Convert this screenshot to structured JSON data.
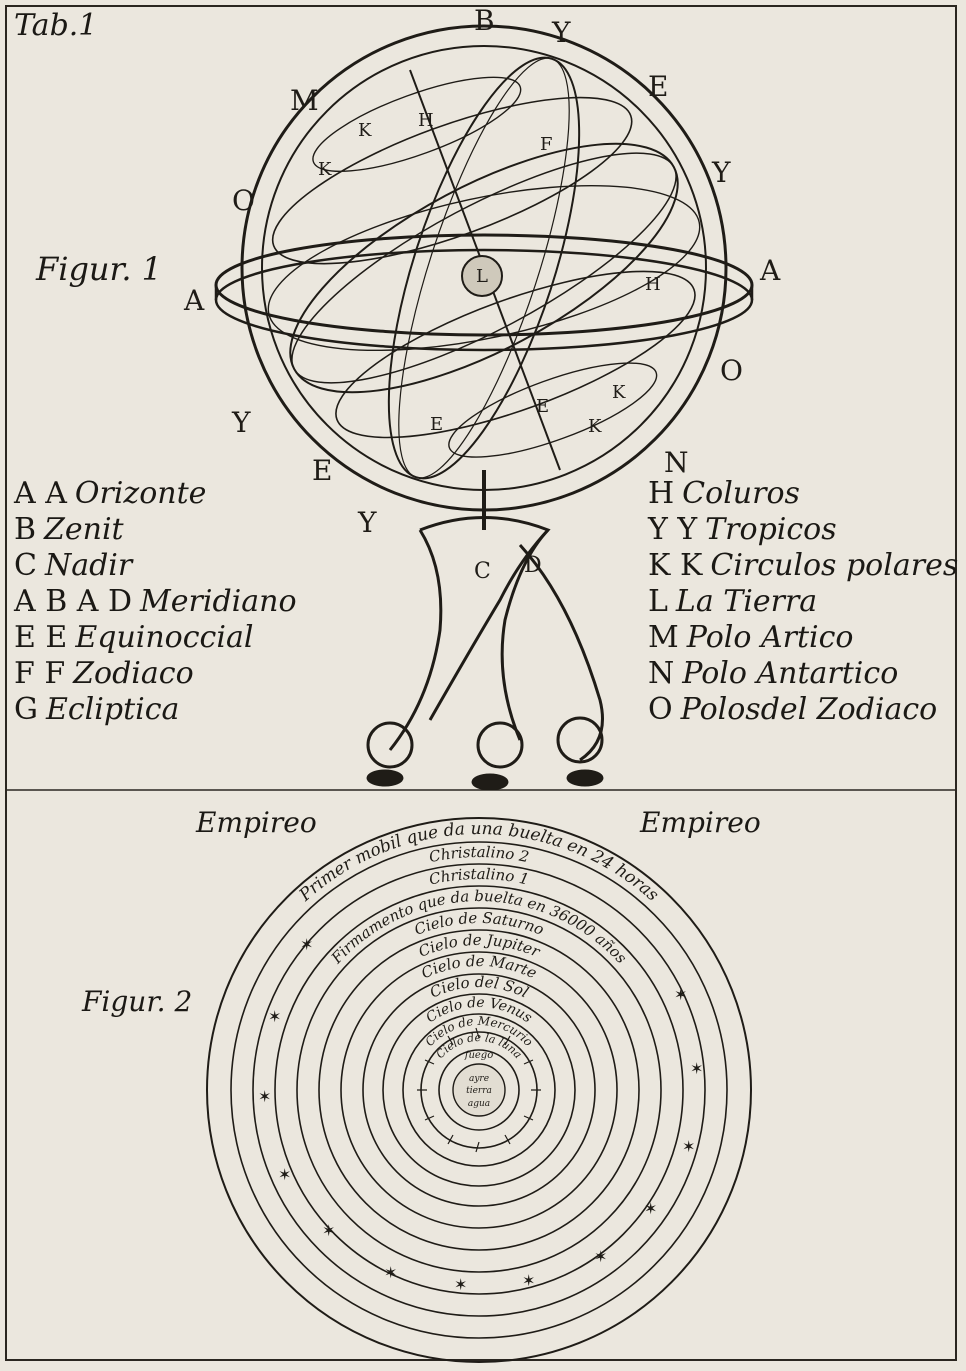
{
  "plate": {
    "tab_label": "Tab.1",
    "figure1_label": "Figur. 1",
    "figure2_label": "Figur. 2"
  },
  "figure1": {
    "ring_letters": [
      "B",
      "Y",
      "E",
      "Y",
      "O",
      "M",
      "A",
      "A",
      "Y",
      "E",
      "Y",
      "O",
      "N",
      "C",
      "D"
    ],
    "sphere_letters": [
      "K",
      "K",
      "H",
      "H",
      "L",
      "F",
      "E",
      "E",
      "K",
      "K"
    ],
    "legend_left": [
      {
        "key": "A A",
        "name": "Orizonte"
      },
      {
        "key": "B",
        "name": "Zenit"
      },
      {
        "key": "C",
        "name": "Nadir"
      },
      {
        "key": "A B A D",
        "name": "Meridiano"
      },
      {
        "key": "E E",
        "name": "Equinoccial"
      },
      {
        "key": "F F",
        "name": "Zodiaco"
      },
      {
        "key": "G",
        "name": "Ecliptica"
      }
    ],
    "legend_right": [
      {
        "key": "H",
        "name": "Coluros"
      },
      {
        "key": "Y Y",
        "name": "Tropicos"
      },
      {
        "key": "K K",
        "name": "Circulos polares"
      },
      {
        "key": "L",
        "name": "La Tierra"
      },
      {
        "key": "M",
        "name": "Polo Artico"
      },
      {
        "key": "N",
        "name": "Polo Antartico"
      },
      {
        "key": "O",
        "name": "Polosdel Zodiaco"
      }
    ]
  },
  "figure2": {
    "empireo_left": "Empireo",
    "empireo_right": "Empireo",
    "spheres": [
      "Primer mobil que da una buelta en 24 horas",
      "Christalino 2",
      "Christalino 1",
      "Firmamento que da buelta en 36000 años",
      "Cielo de Saturno",
      "Cielo de Jupiter",
      "Cielo de Marte",
      "Cielo del Sol",
      "Cielo de Venus",
      "Cielo de Mercurio",
      "Cielo de la luna",
      "fuego",
      "ayre",
      "tierra",
      "agua"
    ]
  }
}
